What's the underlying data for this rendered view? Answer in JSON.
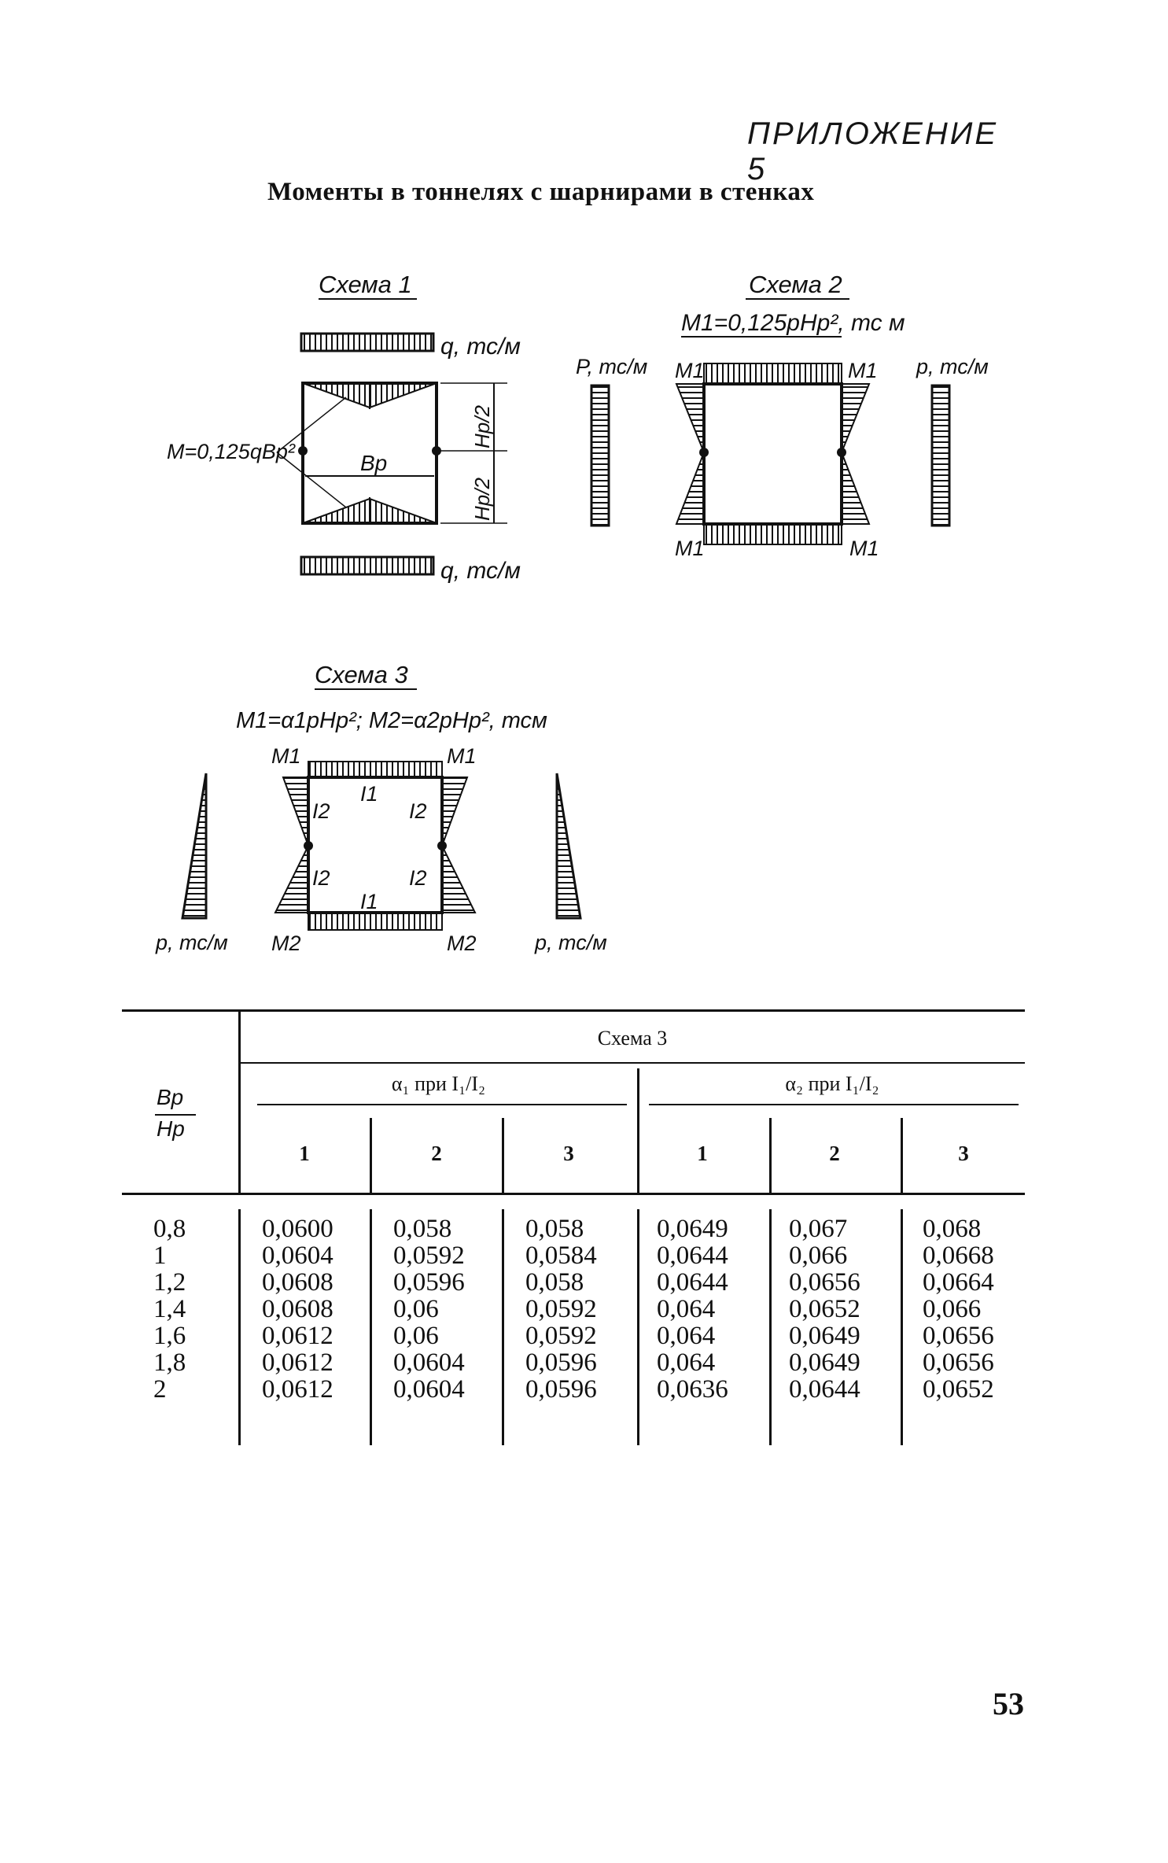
{
  "header": {
    "appendix": "ПРИЛОЖЕНИЕ 5",
    "title": "Моменты в тоннелях с шарнирами в стенках"
  },
  "schemes": {
    "s1": {
      "title": "Схема 1",
      "load_top": "q, тс/м",
      "load_bottom": "q, тс/м",
      "moment": "М=0,125qBр²",
      "span": "Bр",
      "half_height_1": "Hр/2",
      "half_height_2": "Hр/2"
    },
    "s2": {
      "title": "Схема 2",
      "formula": "M1=0,125pHp², тс м",
      "load_left": "P, тс/м",
      "load_right": "p, тс/м",
      "m_tl": "M1",
      "m_tr": "M1",
      "m_bl": "M1",
      "m_br": "M1"
    },
    "s3": {
      "title": "Схема 3",
      "formula": "M1=α1pHp²; M2=α2pHp², тсм",
      "load_left": "p, тс/м",
      "load_right": "p, тс/м",
      "m_tl": "M1",
      "m_tr": "M1",
      "m_bl": "M2",
      "m_br": "M2",
      "i_top": "I1",
      "i_bottom": "I1",
      "i_left_top": "I2",
      "i_right_top": "I2",
      "i_left_bottom": "I2",
      "i_right_bottom": "I2"
    }
  },
  "table": {
    "ratio_num": "Bр",
    "ratio_den": "Hр",
    "group_header": "Схема 3",
    "alpha1_header": "α₁ при I₁/I₂",
    "alpha2_header": "α₂ при I₁/I₂",
    "col_nums": [
      "1",
      "2",
      "3",
      "1",
      "2",
      "3"
    ],
    "ratios": [
      "0,8",
      "1",
      "1,2",
      "1,4",
      "1,6",
      "1,8",
      "2"
    ],
    "columns": [
      [
        "0,0600",
        "0,0604",
        "0,0608",
        "0,0608",
        "0,0612",
        "0,0612",
        "0,0612"
      ],
      [
        "0,058",
        "0,0592",
        "0,0596",
        "0,06",
        "0,06",
        "0,0604",
        "0,0604"
      ],
      [
        "0,058",
        "0,0584",
        "0,058",
        "0,0592",
        "0,0592",
        "0,0596",
        "0,0596"
      ],
      [
        "0,0649",
        "0,0644",
        "0,0644",
        "0,064",
        "0,064",
        "0,064",
        "0,0636"
      ],
      [
        "0,067",
        "0,066",
        "0,0656",
        "0,0652",
        "0,0649",
        "0,0649",
        "0,0644"
      ],
      [
        "0,068",
        "0,0668",
        "0,0664",
        "0,066",
        "0,0656",
        "0,0656",
        "0,0652"
      ]
    ]
  },
  "page_number": "53"
}
